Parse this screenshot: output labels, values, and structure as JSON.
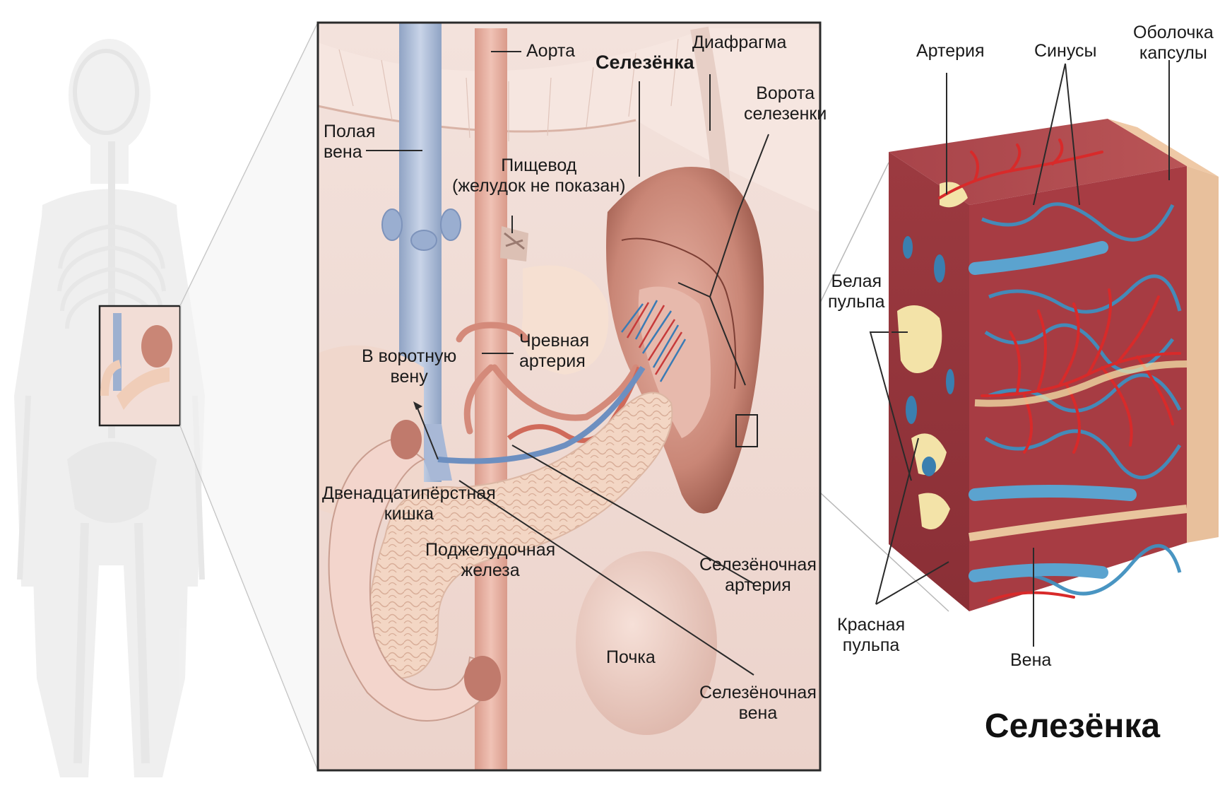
{
  "title": "Селезёнка",
  "labels": {
    "aorta": "Аорта",
    "spleen_bold": "Селезёнка",
    "diaphragm": "Диафрагма",
    "hilum_1": "Ворота",
    "hilum_2": "селезенки",
    "vena_cava_1": "Полая",
    "vena_cava_2": "вена",
    "esophagus_1": "Пищевод",
    "esophagus_2": "(желудок не показан)",
    "celiac_1": "Чревная",
    "celiac_2": "артерия",
    "portal_1": "В воротную",
    "portal_2": "вену",
    "duodenum_1": "Двенадцатипёрстная",
    "duodenum_2": "кишка",
    "pancreas_1": "Поджелудочная",
    "pancreas_2": "железа",
    "splenic_artery_1": "Селезёночная",
    "splenic_artery_2": "артерия",
    "kidney": "Почка",
    "splenic_vein_1": "Селезёночная",
    "splenic_vein_2": "вена",
    "artery": "Артерия",
    "sinuses": "Синусы",
    "capsule_1": "Оболочка",
    "capsule_2": "капсулы",
    "white_pulp_1": "Белая",
    "white_pulp_2": "пульпа",
    "red_pulp_1": "Красная",
    "red_pulp_2": "пульпа",
    "vein": "Вена"
  }
}
